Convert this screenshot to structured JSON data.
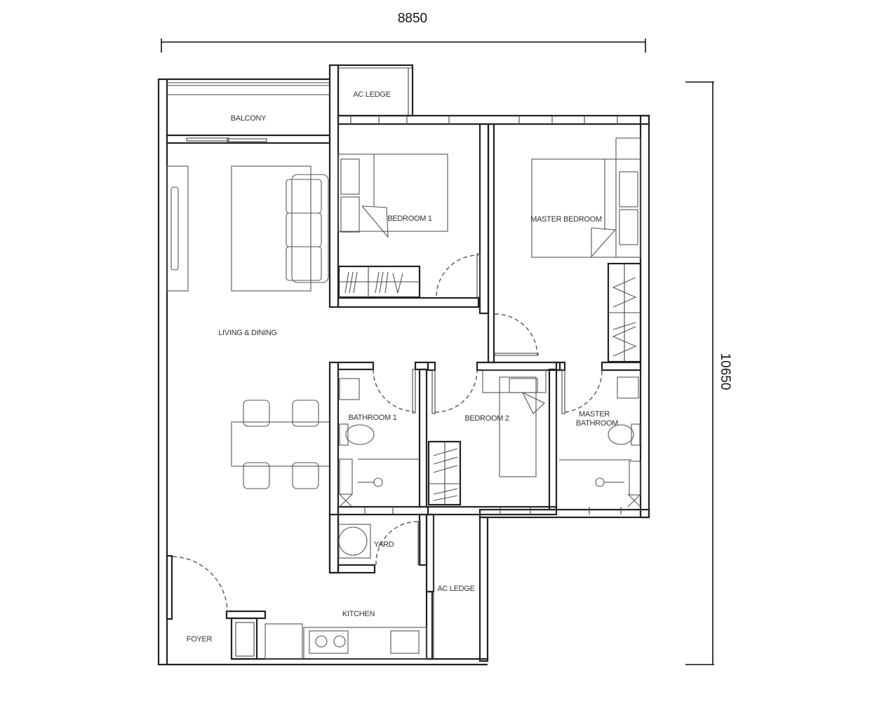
{
  "dimensions": {
    "width_label": "8850",
    "height_label": "10650"
  },
  "rooms": {
    "balcony": "BALCONY",
    "ac_ledge_top": "AC LEDGE",
    "bedroom_1": "BEDROOM 1",
    "master_bedroom": "MASTER BEDROOM",
    "living_dining": "LIVING & DINING",
    "bathroom_1": "BATHROOM 1",
    "bedroom_2": "BEDROOM 2",
    "master_bathroom_line1": "MASTER",
    "master_bathroom_line2": "BATHROOM",
    "yard": "YARD",
    "ac_ledge_bottom": "AC LEDGE",
    "kitchen": "KITCHEN",
    "foyer": "FOYER"
  },
  "colors": {
    "background": "#ffffff",
    "lines": "#222222"
  }
}
